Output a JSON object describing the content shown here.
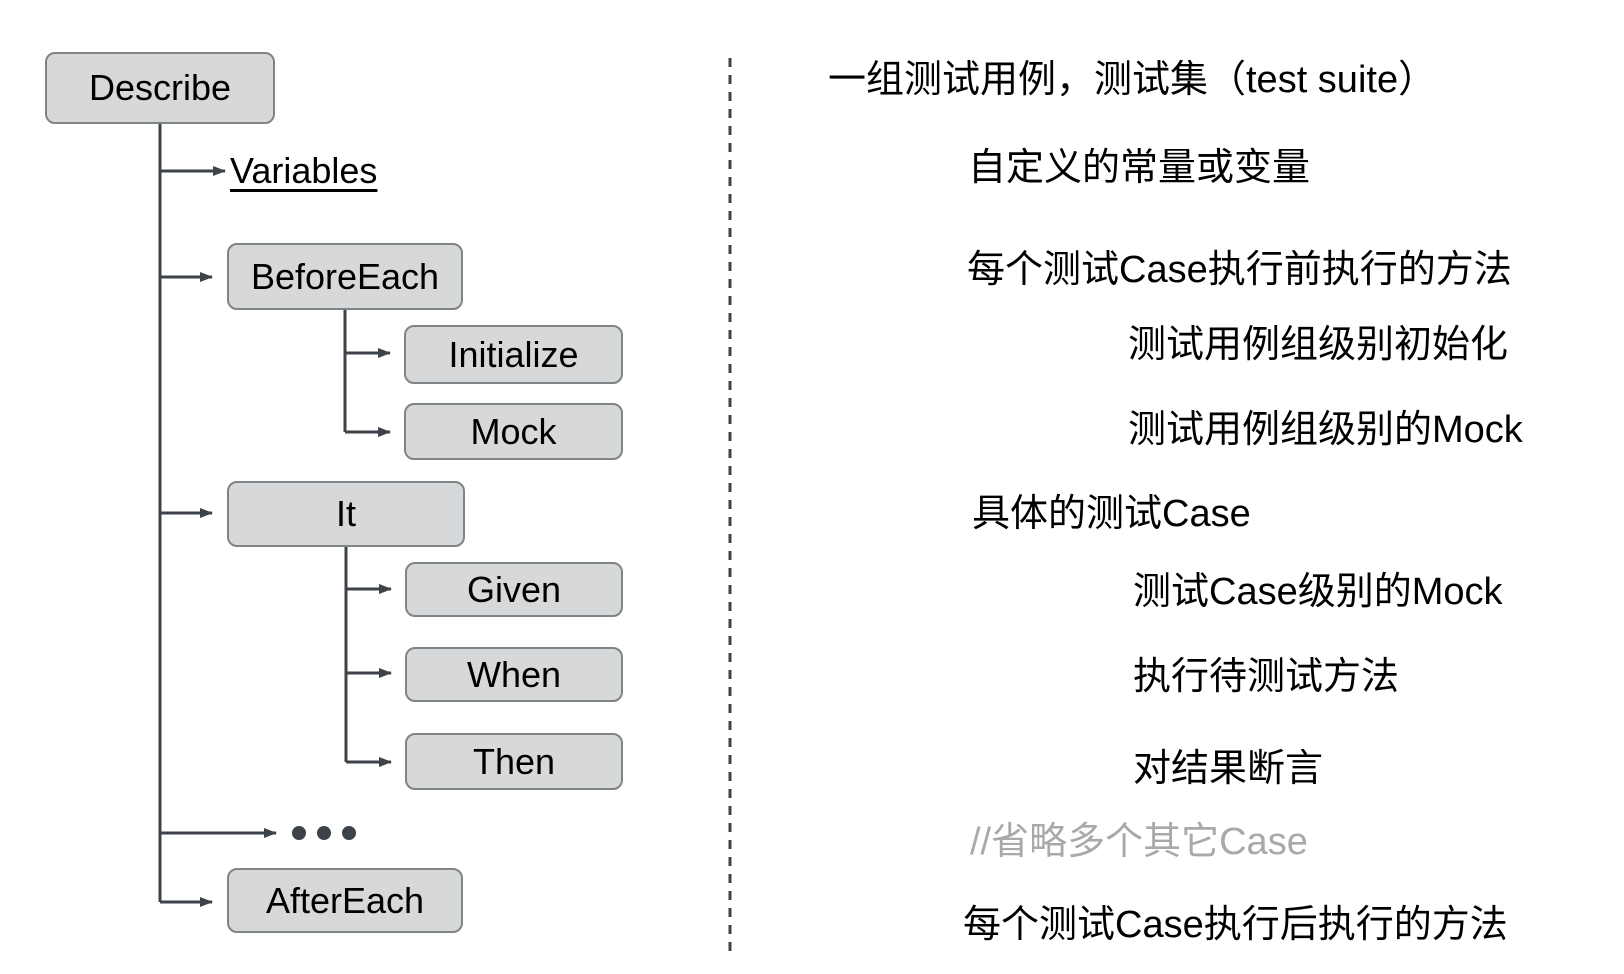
{
  "colors": {
    "background": "#ffffff",
    "box_fill": "#d6d8d9",
    "box_border": "#7f8487",
    "connector": "#3d4349",
    "text": "#000000",
    "muted_text": "#a9a9a9"
  },
  "diagram": {
    "nodes": {
      "describe": {
        "label": "Describe"
      },
      "variables": {
        "label": "Variables"
      },
      "before_each": {
        "label": "BeforeEach"
      },
      "initialize": {
        "label": "Initialize"
      },
      "mock": {
        "label": "Mock"
      },
      "it": {
        "label": "It"
      },
      "given": {
        "label": "Given"
      },
      "when": {
        "label": "When"
      },
      "then": {
        "label": "Then"
      },
      "ellipsis": {
        "label": "···"
      },
      "after_each": {
        "label": "AfterEach"
      }
    }
  },
  "annotations": [
    {
      "text": "一组测试用例，测试集（test suite）",
      "muted": false
    },
    {
      "text": "自定义的常量或变量",
      "muted": false
    },
    {
      "text": "每个测试Case执行前执行的方法",
      "muted": false
    },
    {
      "text": "测试用例组级别初始化",
      "muted": false
    },
    {
      "text": "测试用例组级别的Mock",
      "muted": false
    },
    {
      "text": "具体的测试Case",
      "muted": false
    },
    {
      "text": "测试Case级别的Mock",
      "muted": false
    },
    {
      "text": "执行待测试方法",
      "muted": false
    },
    {
      "text": "对结果断言",
      "muted": false
    },
    {
      "text": "//省略多个其它Case",
      "muted": true
    },
    {
      "text": "每个测试Case执行后执行的方法",
      "muted": false
    }
  ]
}
